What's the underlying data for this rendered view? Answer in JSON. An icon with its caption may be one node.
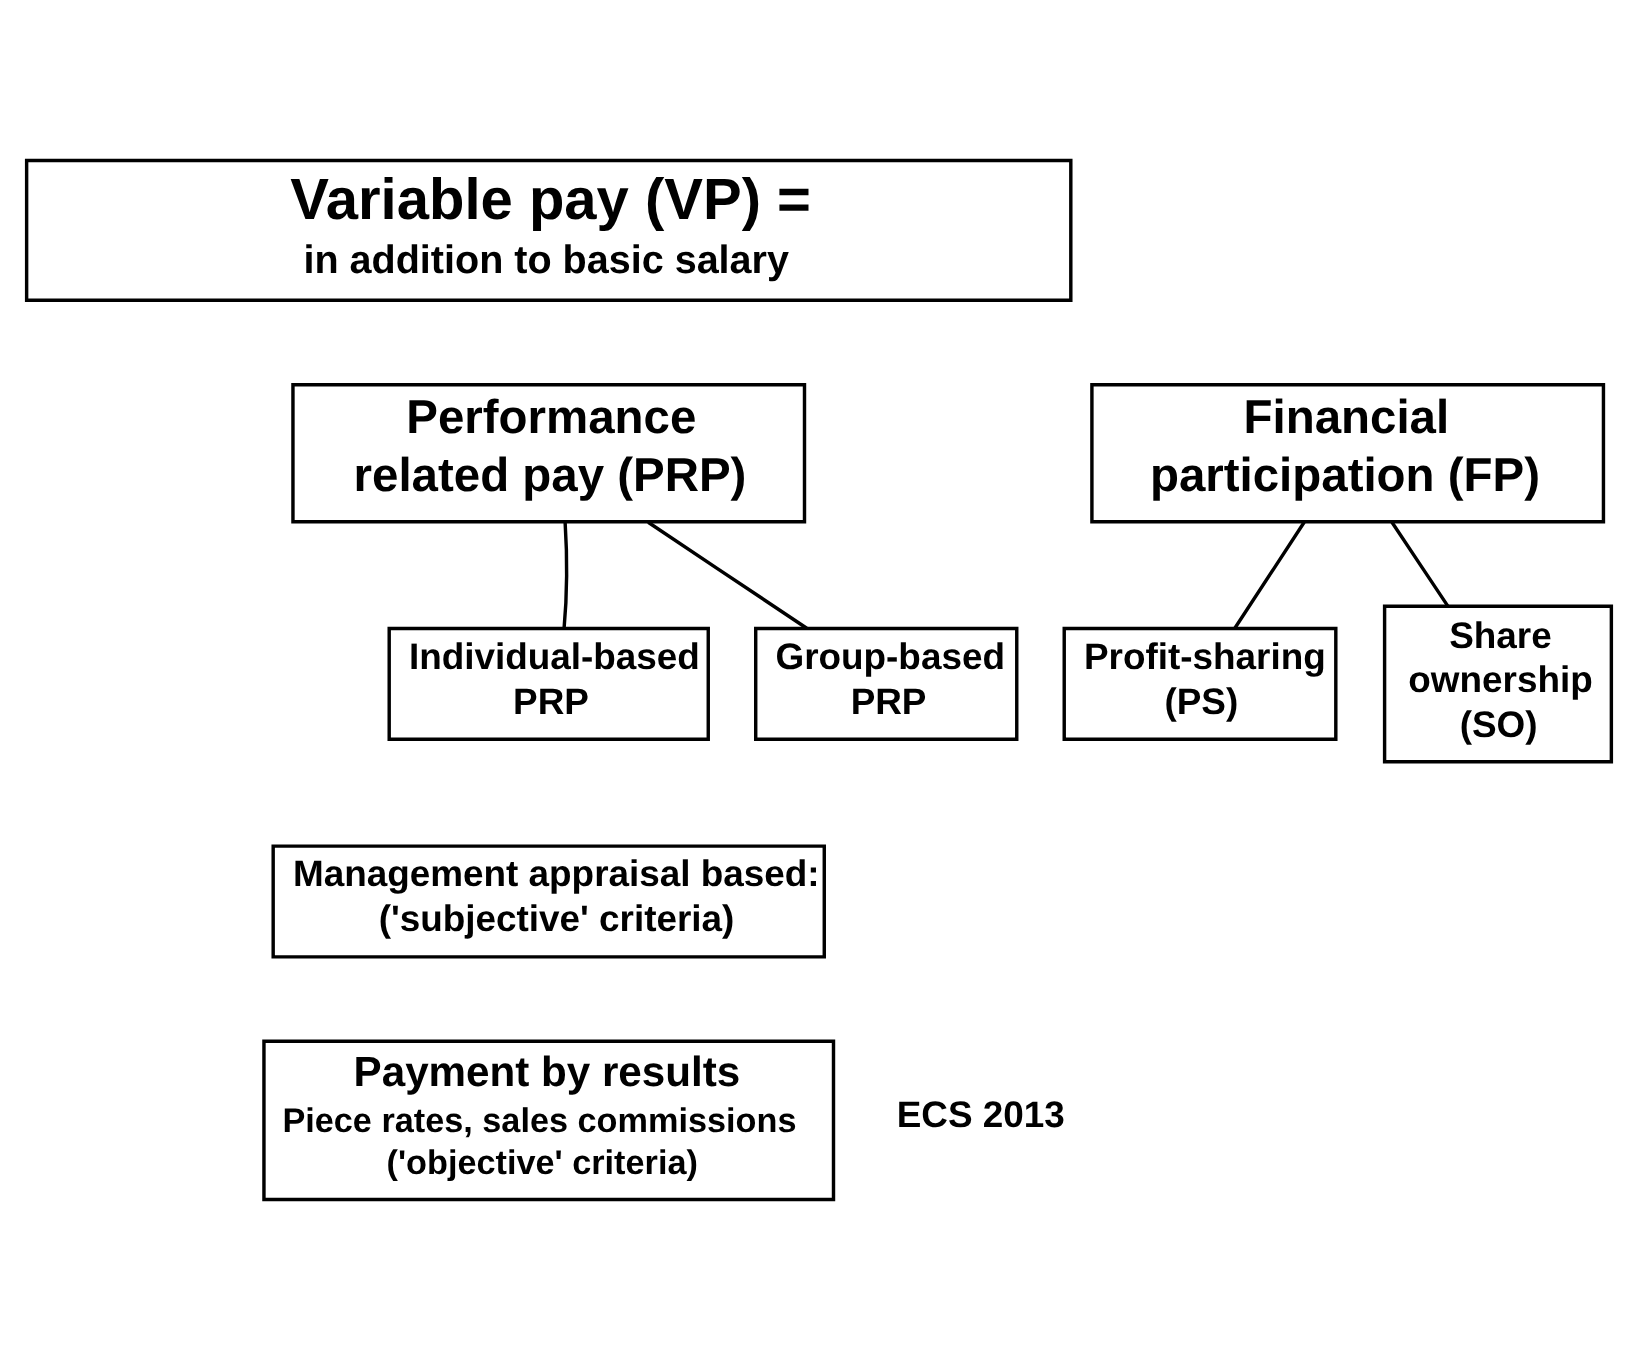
{
  "diagram": {
    "nodes": [
      {
        "text": [
          "Variable pay (VP) =",
          "in addition to basic salary"
        ]
      },
      {
        "text": [
          "Performance related pay (PRP)"
        ]
      },
      {
        "text": [
          "Financial participation (FP)"
        ]
      },
      {
        "text": [
          "Individual-based PRP"
        ]
      },
      {
        "text": [
          "Group-based PRP"
        ]
      },
      {
        "text": [
          "Profit-sharing (PS)"
        ]
      },
      {
        "text": [
          "Share ownership (SO)"
        ]
      },
      {
        "text": [
          "Management appraisal based: ('subjective' criteria)"
        ]
      },
      {
        "text": [
          "Payment by results",
          "Piece rates, sales commissions ('objective' criteria)"
        ]
      }
    ],
    "edges": [
      {
        "from": 1,
        "to": 3,
        "arrow": "none"
      },
      {
        "from": 1,
        "to": 4,
        "arrow": "none"
      },
      {
        "from": 2,
        "to": 5,
        "arrow": "none"
      },
      {
        "from": 2,
        "to": 6,
        "arrow": "none"
      }
    ],
    "labels": [
      "ECS 2013"
    ]
  }
}
